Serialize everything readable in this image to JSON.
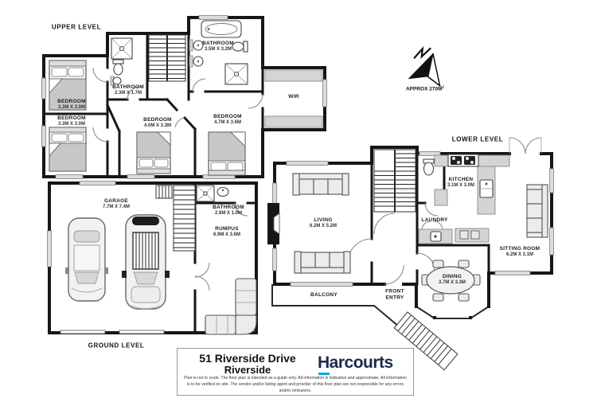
{
  "compass": {
    "north": "N",
    "area": "APPROX 270M",
    "area_sup": "2"
  },
  "upper": {
    "title": "UPPER LEVEL",
    "bathroom_small": {
      "name": "BATHROOM",
      "dims": "2.3M X 1.7M"
    },
    "bathroom_main": {
      "name": "BATHROOM",
      "dims": "3.5M X 3.2M"
    },
    "bedroom_left_top": {
      "name": "BEDROOM",
      "dims": "3.3M X 3.0M"
    },
    "bedroom_left_bottom": {
      "name": "BEDROOM",
      "dims": "3.3M X 3.0M"
    },
    "bedroom_middle": {
      "name": "BEDROOM",
      "dims": "4.0M X 3.3M"
    },
    "bedroom_right": {
      "name": "BEDROOM",
      "dims": "4.7M X 3.6M"
    },
    "wir": {
      "name": "WIR"
    }
  },
  "lower": {
    "title": "LOWER LEVEL",
    "living": {
      "name": "LIVING",
      "dims": "6.2M X 5.2M"
    },
    "kitchen": {
      "name": "KITCHEN",
      "dims": "3.1M X 3.0M"
    },
    "laundry": {
      "name": "LAUNDRY"
    },
    "sitting": {
      "name": "SITTING ROOM",
      "dims": "6.2M X 3.1M"
    },
    "dining": {
      "name": "DINING",
      "dims": "3.7M X 3.3M"
    },
    "balcony": {
      "name": "BALCONY"
    },
    "front_entry_1": "FRONT",
    "front_entry_2": "ENTRY"
  },
  "ground": {
    "title": "GROUND LEVEL",
    "garage": {
      "name": "GARAGE",
      "dims": "7.7M X 7.4M"
    },
    "bathroom": {
      "name": "BATHROOM",
      "dims": "2.8M X 1.0M"
    },
    "rumpus": {
      "name": "RUMPUS",
      "dims": "6.9M X 3.6M"
    }
  },
  "footer": {
    "address_line1": "51 Riverside Drive",
    "address_line2": "Riverside",
    "brand": "Harcourts",
    "disclaimer": "Plan is not to scale. The floor plan is intended as a guide only. All information is indicative and approximate. All information is to be verified on site. The vendor and/or listing agent and provider of this floor plan are not responsible for any errors and/or omissions."
  },
  "colors": {
    "wall": "#161616",
    "brand_navy": "#1b2a4a",
    "brand_cyan": "#00a9e0",
    "furniture": "#ececec"
  }
}
